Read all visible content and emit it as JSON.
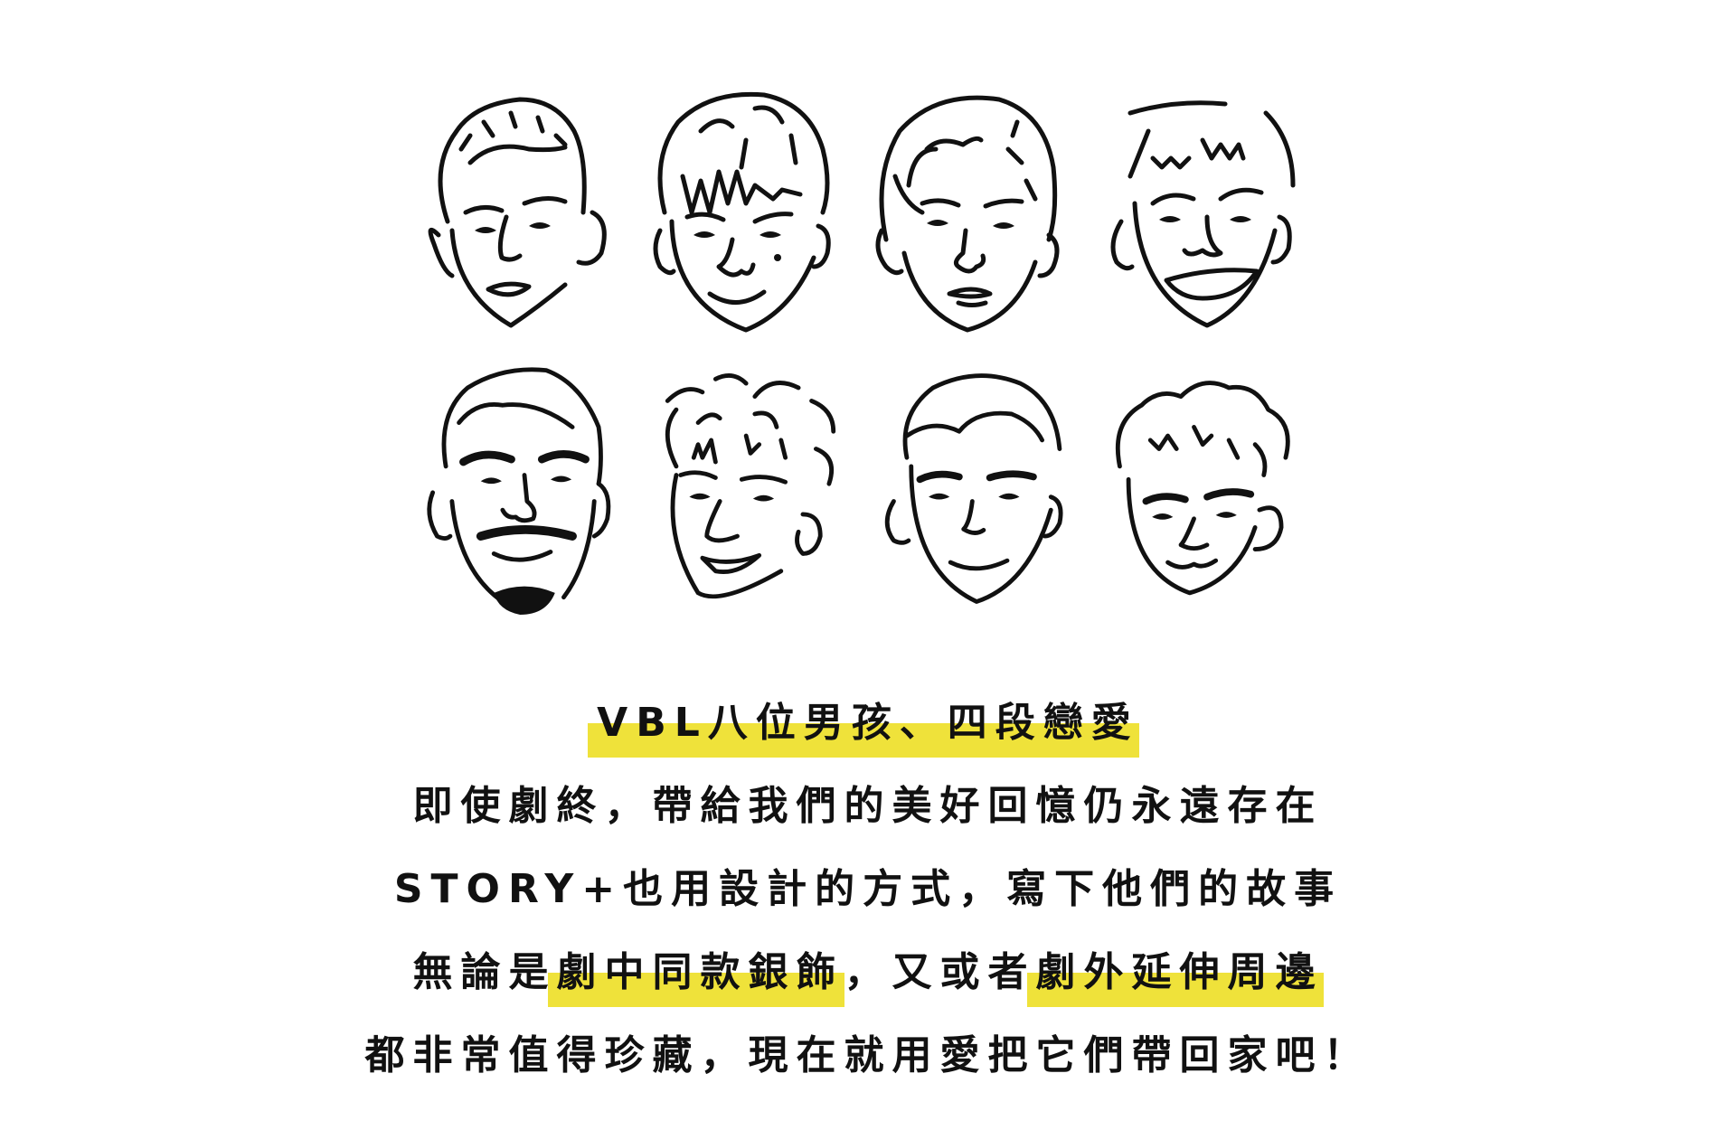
{
  "colors": {
    "background": "#ffffff",
    "text": "#111111",
    "highlight": "#EFE23A"
  },
  "illustration": {
    "description": "Eight line-drawn portrait faces of boys in two rows of four",
    "rows": [
      [
        "face-1-spiky-hair",
        "face-2-wavy-fringe-mole",
        "face-3-swept-hair",
        "face-4-wide-smile"
      ],
      [
        "face-5-mustache-goatee",
        "face-6-curly-tilted",
        "face-7-side-part-smile",
        "face-8-curly-hair"
      ]
    ]
  },
  "copy": {
    "line1": {
      "highlight": "VBL八位男孩、四段戀愛"
    },
    "line2": {
      "text": "即使劇終，帶給我們的美好回憶仍永遠存在"
    },
    "line3": {
      "text": "STORY+也用設計的方式，寫下他們的故事"
    },
    "line4": {
      "pre": "無論是",
      "highlight1": "劇中同款銀飾",
      "mid": "，又或者",
      "highlight2": "劇外延伸周邊"
    },
    "line5": {
      "text": "都非常值得珍藏，現在就用愛把它們帶回家吧！"
    }
  }
}
